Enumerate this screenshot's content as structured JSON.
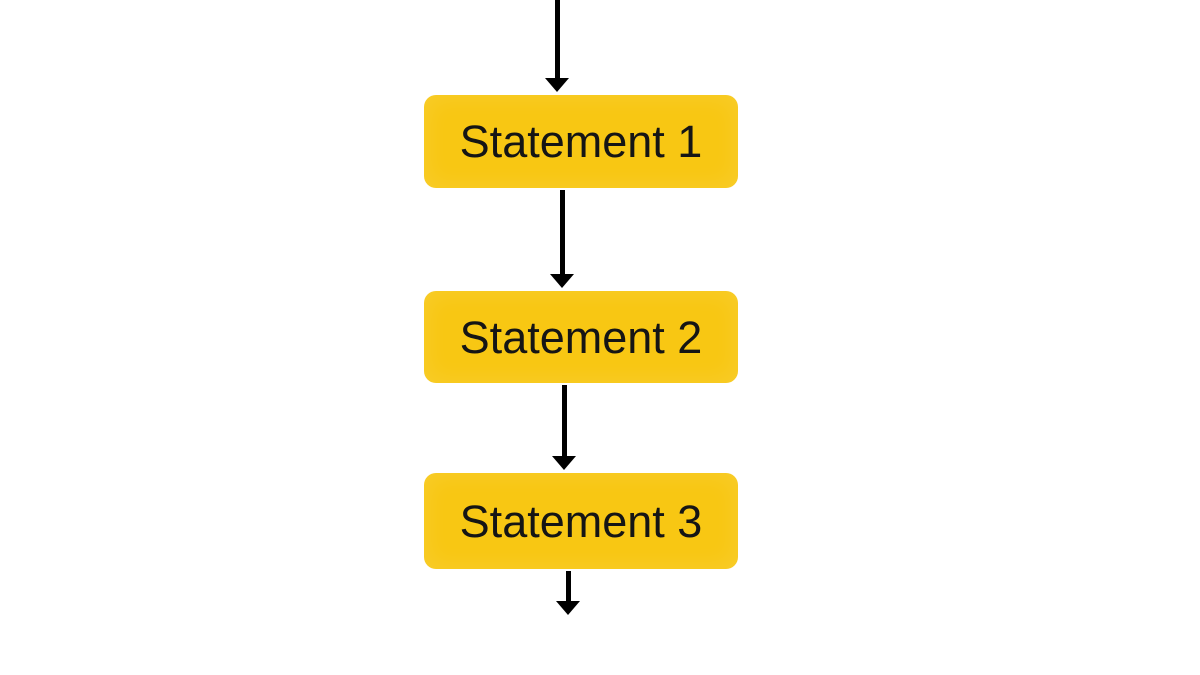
{
  "diagram": {
    "type": "flowchart",
    "direction": "top-to-bottom",
    "nodes": [
      {
        "id": "statement-1",
        "label": "Statement 1"
      },
      {
        "id": "statement-2",
        "label": "Statement 2"
      },
      {
        "id": "statement-3",
        "label": "Statement 3"
      }
    ],
    "connectors": [
      {
        "from": "off-canvas-top",
        "to": "statement-1",
        "style": "solid",
        "head": "filled-triangle-down"
      },
      {
        "from": "statement-1",
        "to": "statement-2",
        "style": "solid",
        "head": "filled-triangle-down"
      },
      {
        "from": "statement-2",
        "to": "statement-3",
        "style": "solid",
        "head": "filled-triangle-down"
      },
      {
        "from": "statement-3",
        "to": "off-flow-bottom",
        "style": "solid",
        "head": "filled-triangle-down"
      }
    ],
    "colors": {
      "background": "#FFFFFF",
      "node_fill": "#F8C713",
      "node_text": "#151515",
      "arrow": "#000000"
    }
  }
}
